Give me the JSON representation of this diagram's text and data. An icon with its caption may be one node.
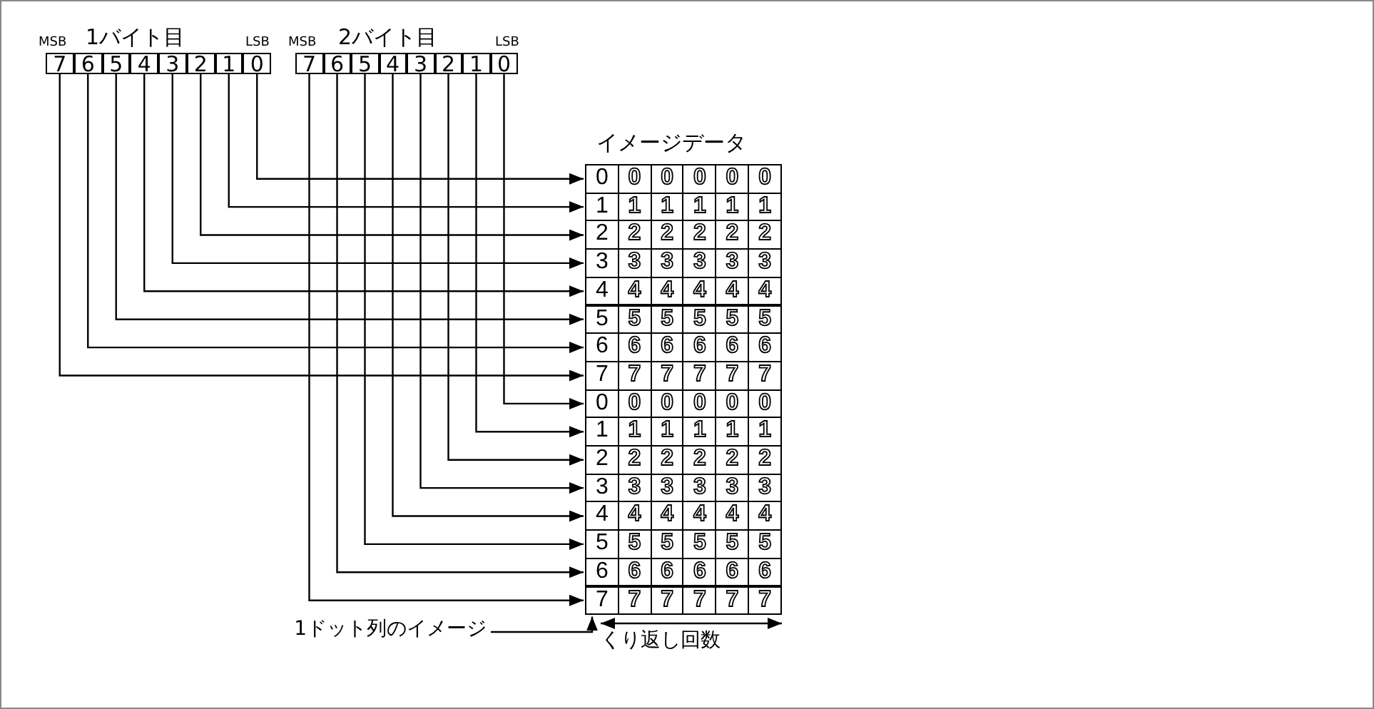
{
  "diagram": {
    "nodes": [
      {
        "text": [
          "7"
        ]
      },
      {
        "text": [
          "6"
        ]
      },
      {
        "text": [
          "5"
        ]
      },
      {
        "text": [
          "4"
        ]
      },
      {
        "text": [
          "3"
        ]
      },
      {
        "text": [
          "2"
        ]
      },
      {
        "text": [
          "1"
        ]
      },
      {
        "text": [
          "0"
        ]
      },
      {
        "text": [
          "7"
        ]
      },
      {
        "text": [
          "6"
        ]
      },
      {
        "text": [
          "5"
        ]
      },
      {
        "text": [
          "4"
        ]
      },
      {
        "text": [
          "3"
        ]
      },
      {
        "text": [
          "2"
        ]
      },
      {
        "text": [
          "1"
        ]
      },
      {
        "text": [
          "0"
        ]
      },
      {
        "text": [
          "0",
          "0",
          "0",
          "0",
          "0",
          "0"
        ]
      },
      {
        "text": [
          "1",
          "1",
          "1",
          "1",
          "1",
          "1"
        ]
      },
      {
        "text": [
          "2",
          "2",
          "2",
          "2",
          "2",
          "2"
        ]
      },
      {
        "text": [
          "3",
          "3",
          "3",
          "3",
          "3",
          "3"
        ]
      },
      {
        "text": [
          "4",
          "4",
          "4",
          "4",
          "4",
          "4"
        ]
      },
      {
        "text": [
          "5",
          "5",
          "5",
          "5",
          "5",
          "5"
        ]
      },
      {
        "text": [
          "6",
          "6",
          "6",
          "6",
          "6",
          "6"
        ]
      },
      {
        "text": [
          "7",
          "7",
          "7",
          "7",
          "7",
          "7"
        ]
      },
      {
        "text": [
          "0",
          "0",
          "0",
          "0",
          "0",
          "0"
        ]
      },
      {
        "text": [
          "1",
          "1",
          "1",
          "1",
          "1",
          "1"
        ]
      },
      {
        "text": [
          "2",
          "2",
          "2",
          "2",
          "2",
          "2"
        ]
      },
      {
        "text": [
          "3",
          "3",
          "3",
          "3",
          "3",
          "3"
        ]
      },
      {
        "text": [
          "4",
          "4",
          "4",
          "4",
          "4",
          "4"
        ]
      },
      {
        "text": [
          "5",
          "5",
          "5",
          "5",
          "5",
          "5"
        ]
      },
      {
        "text": [
          "6",
          "6",
          "6",
          "6",
          "6",
          "6"
        ]
      },
      {
        "text": [
          "7",
          "7",
          "7",
          "7",
          "7",
          "7"
        ]
      },
      {
        "text": [
          "1ドット列のイメージ"
        ]
      }
    ],
    "edges": [
      {
        "from": 7,
        "to": 16,
        "arrow": "to"
      },
      {
        "from": 6,
        "to": 17,
        "arrow": "to"
      },
      {
        "from": 5,
        "to": 18,
        "arrow": "to"
      },
      {
        "from": 4,
        "to": 19,
        "arrow": "to"
      },
      {
        "from": 3,
        "to": 20,
        "arrow": "to"
      },
      {
        "from": 2,
        "to": 21,
        "arrow": "to"
      },
      {
        "from": 1,
        "to": 22,
        "arrow": "to"
      },
      {
        "from": 0,
        "to": 23,
        "arrow": "to"
      },
      {
        "from": 15,
        "to": 24,
        "arrow": "to"
      },
      {
        "from": 14,
        "to": 25,
        "arrow": "to"
      },
      {
        "from": 13,
        "to": 26,
        "arrow": "to"
      },
      {
        "from": 12,
        "to": 27,
        "arrow": "to"
      },
      {
        "from": 11,
        "to": 28,
        "arrow": "to"
      },
      {
        "from": 10,
        "to": 29,
        "arrow": "to"
      },
      {
        "from": 9,
        "to": 30,
        "arrow": "to"
      },
      {
        "from": 8,
        "to": 31,
        "arrow": "to"
      },
      {
        "from": 32,
        "to": 31,
        "arrow": "to"
      }
    ],
    "labels": [
      "MSB",
      "1バイト目",
      "LSB",
      "MSB",
      "2バイト目",
      "LSB",
      "イメージデータ",
      "くり返し回数"
    ]
  }
}
